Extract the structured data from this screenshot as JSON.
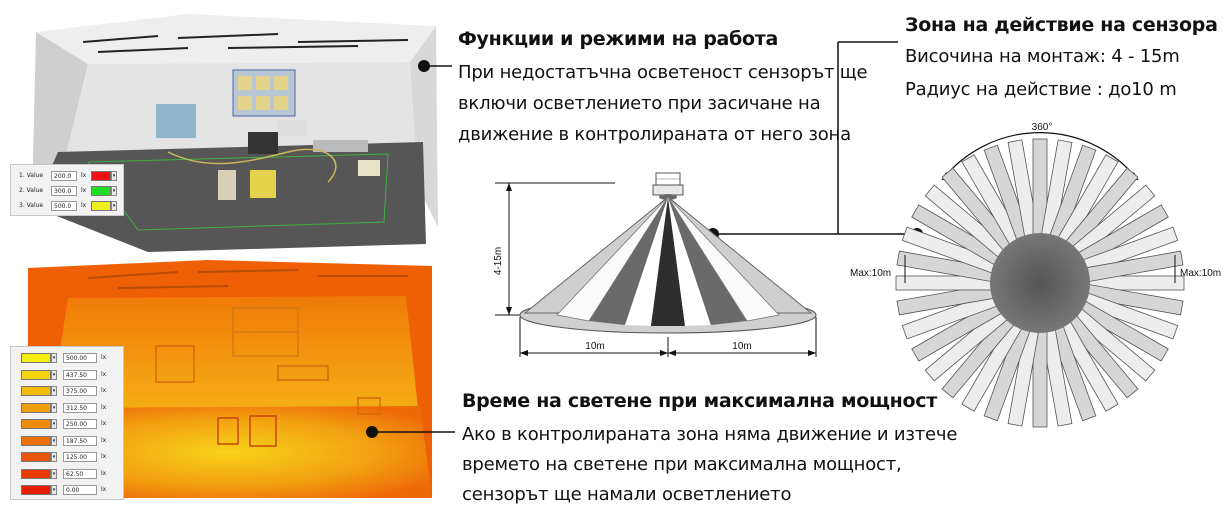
{
  "sections": {
    "functions": {
      "title": "Функции и режими на работа",
      "lines": [
        "При недостатъчна осветеност сензорът ще",
        "включи осветлението при засичане на",
        "движение в контролираната от него зона"
      ]
    },
    "zone": {
      "title": "Зона на действие на сензора",
      "lines": [
        "Височина на монтаж: 4 - 15m",
        "Радиус на действие : до10 m"
      ]
    },
    "time": {
      "title": "Време на светене при максимална мощност",
      "lines": [
        "Ако в контролираната зона няма движение и изтече",
        "времето на светене при максимална мощност,",
        "сензорът ще намали осветлението"
      ]
    }
  },
  "panel_top": {
    "rows": [
      {
        "label": "1. Value",
        "value": "200.0",
        "unit": "lx",
        "color": "#ee1111"
      },
      {
        "label": "2. Value",
        "value": "300.0",
        "unit": "lx",
        "color": "#22dd22"
      },
      {
        "label": "3. Value",
        "value": "500.0",
        "unit": "lx",
        "color": "#eeee22"
      }
    ]
  },
  "panel_bottom": {
    "rows": [
      {
        "value": "500.00",
        "unit": "lx",
        "color": "#f5ee10"
      },
      {
        "value": "437.50",
        "unit": "lx",
        "color": "#f4d40e"
      },
      {
        "value": "375.00",
        "unit": "lx",
        "color": "#f2bb0c"
      },
      {
        "value": "312.50",
        "unit": "lx",
        "color": "#f0a00a"
      },
      {
        "value": "250.00",
        "unit": "lx",
        "color": "#ee8a09"
      },
      {
        "value": "187.50",
        "unit": "lx",
        "color": "#ec7008"
      },
      {
        "value": "125.00",
        "unit": "lx",
        "color": "#ea5507"
      },
      {
        "value": "62.50",
        "unit": "lx",
        "color": "#e83a06"
      },
      {
        "value": "0.00",
        "unit": "lx",
        "color": "#e61c05"
      }
    ]
  },
  "cone_diagram": {
    "height_label": "4-15m",
    "left_radius": "10m",
    "right_radius": "10m"
  },
  "radial_diagram": {
    "angle_label": "360°",
    "left_label": "Max:10m",
    "right_label": "Max:10m"
  }
}
